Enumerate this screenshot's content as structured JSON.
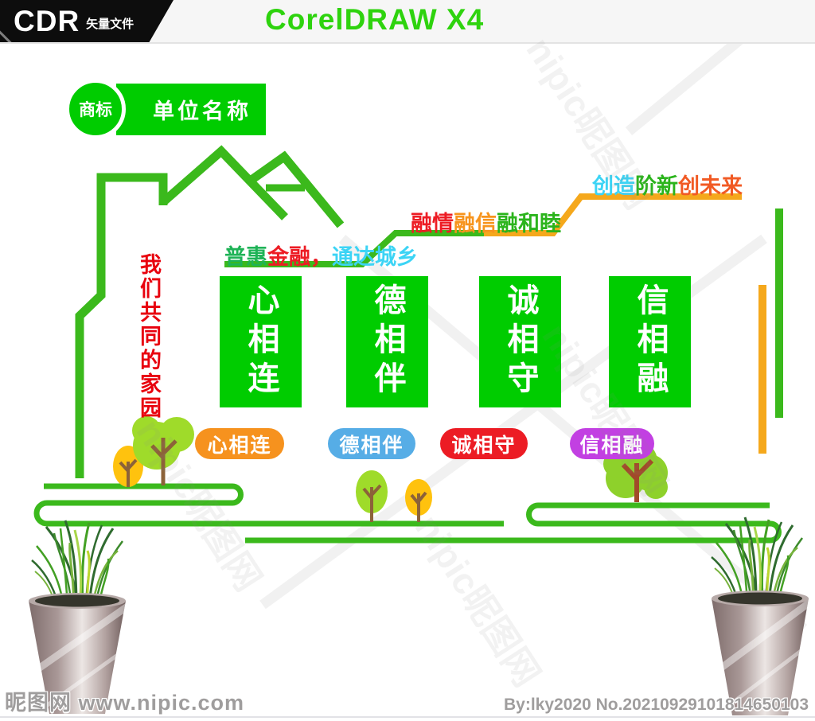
{
  "header": {
    "badge_title": "CDR",
    "badge_subtitle": "矢量文件",
    "app_title": "CorelDRAW X4"
  },
  "logo": {
    "mark_label": "商标",
    "unit_label": "单位名称"
  },
  "theme_title_vertical": "我们共同的家园",
  "slogans": {
    "s1": {
      "parts": [
        {
          "text": "普惠",
          "color": "#1fb357"
        },
        {
          "text": "金融，",
          "color": "#ed1c24"
        },
        {
          "text": "通达城乡",
          "color": "#3cd4f5"
        }
      ]
    },
    "s2": {
      "parts": [
        {
          "text": "融情",
          "color": "#ed1c24"
        },
        {
          "text": "融信",
          "color": "#f7941d"
        },
        {
          "text": "融和睦",
          "color": "#2bb41c"
        }
      ]
    },
    "s3": {
      "parts": [
        {
          "text": "创造",
          "color": "#3cd4f5"
        },
        {
          "text": "阶新",
          "color": "#2bb41c"
        },
        {
          "text": "创未来",
          "color": "#f15a24"
        }
      ]
    }
  },
  "panels": [
    {
      "text": "心相连",
      "color": "#00cc00"
    },
    {
      "text": "德相伴",
      "color": "#00cc00"
    },
    {
      "text": "诚相守",
      "color": "#00cc00"
    },
    {
      "text": "信相融",
      "color": "#00cc00"
    }
  ],
  "badges": [
    {
      "text": "心相连",
      "color": "#f6921e"
    },
    {
      "text": "德相伴",
      "color": "#56ade6"
    },
    {
      "text": "诚相守",
      "color": "#ec1c24"
    },
    {
      "text": "信相融",
      "color": "#c240e2"
    }
  ],
  "watermarks": {
    "diagonal": "nipic昵图网",
    "site_logo": "昵图网",
    "site_url": "www.nipic.com",
    "credit": "By:lky2020 No.20210929101814650103"
  },
  "colors": {
    "outline_green": "#3bb91c",
    "panel_green": "#00cc00",
    "accent_orange": "#f5a81c",
    "title_red": "#e8000d",
    "tree_light_green": "#9fdb2a",
    "tree_yellow": "#ffc20e",
    "trunk_brown": "#8c6239",
    "pot_taupe": "#a99897"
  }
}
